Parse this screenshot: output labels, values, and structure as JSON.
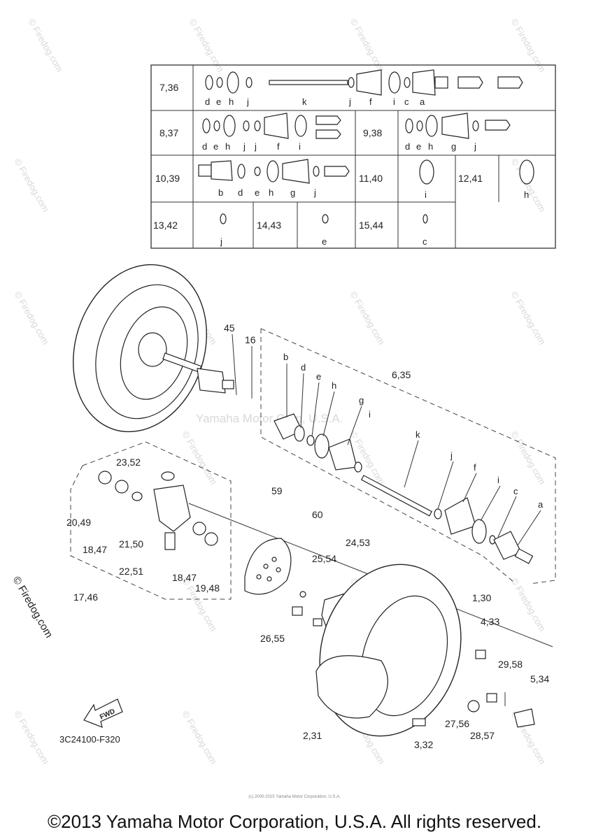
{
  "watermark": "© Firedog.com",
  "center_watermark": "Yamaha Motor Corp, U.S.A.",
  "diagram_code": "3C24100-F320",
  "fwd_label": "FWD",
  "copyright": "©2013 Yamaha Motor Corporation, U.S.A. All rights reserved.",
  "tiny_copyright": "(c) 2000-2015 Yamaha Motor Corporation, U.S.A.",
  "table": {
    "rows": [
      {
        "label": "7,36",
        "letters": [
          "d",
          "e",
          "h",
          "j",
          "k",
          "j",
          "f",
          "i",
          "c",
          "a"
        ]
      },
      {
        "label": "8,37",
        "letters": [
          "d",
          "e",
          "h",
          "j",
          "j",
          "f",
          "i"
        ]
      },
      {
        "label": "9,38",
        "letters": [
          "d",
          "e",
          "h",
          "g",
          "j"
        ]
      },
      {
        "label": "10,39",
        "letters": [
          "b",
          "d",
          "e",
          "h",
          "g",
          "j"
        ]
      },
      {
        "label": "11,40",
        "letters": [
          "i"
        ]
      },
      {
        "label": "12,41",
        "letters": [
          "h"
        ]
      },
      {
        "label": "13,42",
        "letters": [
          "j"
        ]
      },
      {
        "label": "14,43",
        "letters": [
          "e"
        ]
      },
      {
        "label": "15,44",
        "letters": [
          "c"
        ]
      }
    ]
  },
  "callouts": {
    "c45": "45",
    "c16": "16",
    "c6_35": "6,35",
    "c23_52": "23,52",
    "c59": "59",
    "c60": "60",
    "c24_53": "24,53",
    "c25_54": "25,54",
    "c20_49": "20,49",
    "c18_47a": "18,47",
    "c21_50": "21,50",
    "c22_51": "22,51",
    "c18_47b": "18,47",
    "c19_48": "19,48",
    "c17_46": "17,46",
    "c26_55": "26,55",
    "c1_30": "1,30",
    "c4_33": "4,33",
    "c29_58": "29,58",
    "c5_34": "5,34",
    "c27_56": "27,56",
    "c28_57": "28,57",
    "c2_31": "2,31",
    "c3_32": "3,32"
  },
  "shaft_letters": {
    "b": "b",
    "d": "d",
    "e": "e",
    "h": "h",
    "g": "g",
    "k": "k",
    "j": "j",
    "f": "f",
    "i": "i",
    "c": "c",
    "a": "a"
  }
}
